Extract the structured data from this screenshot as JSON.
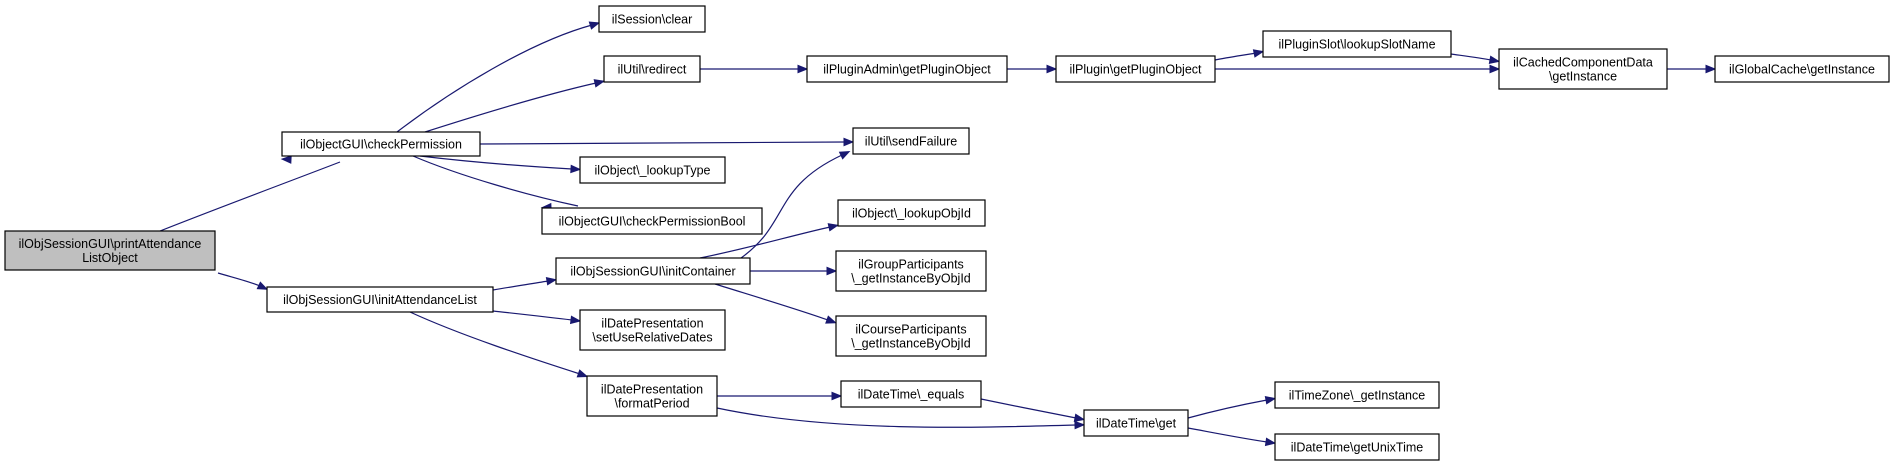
{
  "graph": {
    "colors": {
      "edge": "#191970",
      "node_fill": "#ffffff",
      "root_fill": "#bfbfbf",
      "border": "#000000"
    },
    "nodes": [
      {
        "id": "printAttendance",
        "lines": [
          "ilObjSessionGUI\\printAttendance",
          "ListObject"
        ],
        "root": true
      },
      {
        "id": "checkPermission",
        "lines": [
          "ilObjectGUI\\checkPermission"
        ]
      },
      {
        "id": "initAttendanceList",
        "lines": [
          "ilObjSessionGUI\\initAttendanceList"
        ]
      },
      {
        "id": "sessionClear",
        "lines": [
          "ilSession\\clear"
        ]
      },
      {
        "id": "redirect",
        "lines": [
          "ilUtil\\redirect"
        ]
      },
      {
        "id": "lookupType",
        "lines": [
          "ilObject\\_lookupType"
        ]
      },
      {
        "id": "checkPermissionBool",
        "lines": [
          "ilObjectGUI\\checkPermissionBool"
        ]
      },
      {
        "id": "sendFailure",
        "lines": [
          "ilUtil\\sendFailure"
        ]
      },
      {
        "id": "initContainer",
        "lines": [
          "ilObjSessionGUI\\initContainer"
        ]
      },
      {
        "id": "setUseRelativeDates",
        "lines": [
          "ilDatePresentation",
          "\\setUseRelativeDates"
        ]
      },
      {
        "id": "formatPeriod",
        "lines": [
          "ilDatePresentation",
          "\\formatPeriod"
        ]
      },
      {
        "id": "pluginAdminGet",
        "lines": [
          "ilPluginAdmin\\getPluginObject"
        ]
      },
      {
        "id": "lookupObjId",
        "lines": [
          "ilObject\\_lookupObjId"
        ]
      },
      {
        "id": "groupParticipants",
        "lines": [
          "ilGroupParticipants",
          "\\_getInstanceByObjId"
        ]
      },
      {
        "id": "courseParticipants",
        "lines": [
          "ilCourseParticipants",
          "\\_getInstanceByObjId"
        ]
      },
      {
        "id": "dateTimeEquals",
        "lines": [
          "ilDateTime\\_equals"
        ]
      },
      {
        "id": "pluginGet",
        "lines": [
          "ilPlugin\\getPluginObject"
        ]
      },
      {
        "id": "dateTimeGet",
        "lines": [
          "ilDateTime\\get"
        ]
      },
      {
        "id": "lookupSlotName",
        "lines": [
          "ilPluginSlot\\lookupSlotName"
        ]
      },
      {
        "id": "cachedComponent",
        "lines": [
          "ilCachedComponentData",
          "\\getInstance"
        ]
      },
      {
        "id": "timeZone",
        "lines": [
          "ilTimeZone\\_getInstance"
        ]
      },
      {
        "id": "getUnixTime",
        "lines": [
          "ilDateTime\\getUnixTime"
        ]
      },
      {
        "id": "globalCache",
        "lines": [
          "ilGlobalCache\\getInstance"
        ]
      }
    ],
    "edges": [
      {
        "from": "printAttendance",
        "to": "checkPermission"
      },
      {
        "from": "printAttendance",
        "to": "initAttendanceList"
      },
      {
        "from": "checkPermission",
        "to": "sessionClear"
      },
      {
        "from": "checkPermission",
        "to": "redirect"
      },
      {
        "from": "checkPermission",
        "to": "sendFailure"
      },
      {
        "from": "checkPermission",
        "to": "lookupType"
      },
      {
        "from": "checkPermission",
        "to": "checkPermissionBool"
      },
      {
        "from": "initAttendanceList",
        "to": "initContainer"
      },
      {
        "from": "initAttendanceList",
        "to": "setUseRelativeDates"
      },
      {
        "from": "initAttendanceList",
        "to": "formatPeriod"
      },
      {
        "from": "initContainer",
        "to": "sendFailure"
      },
      {
        "from": "initContainer",
        "to": "lookupObjId"
      },
      {
        "from": "initContainer",
        "to": "groupParticipants"
      },
      {
        "from": "initContainer",
        "to": "courseParticipants"
      },
      {
        "from": "redirect",
        "to": "pluginAdminGet"
      },
      {
        "from": "pluginAdminGet",
        "to": "pluginGet"
      },
      {
        "from": "pluginGet",
        "to": "lookupSlotName"
      },
      {
        "from": "pluginGet",
        "to": "cachedComponent"
      },
      {
        "from": "lookupSlotName",
        "to": "cachedComponent"
      },
      {
        "from": "cachedComponent",
        "to": "globalCache"
      },
      {
        "from": "formatPeriod",
        "to": "dateTimeEquals"
      },
      {
        "from": "formatPeriod",
        "to": "dateTimeGet"
      },
      {
        "from": "dateTimeEquals",
        "to": "dateTimeGet"
      },
      {
        "from": "dateTimeGet",
        "to": "timeZone"
      },
      {
        "from": "dateTimeGet",
        "to": "getUnixTime"
      }
    ]
  }
}
